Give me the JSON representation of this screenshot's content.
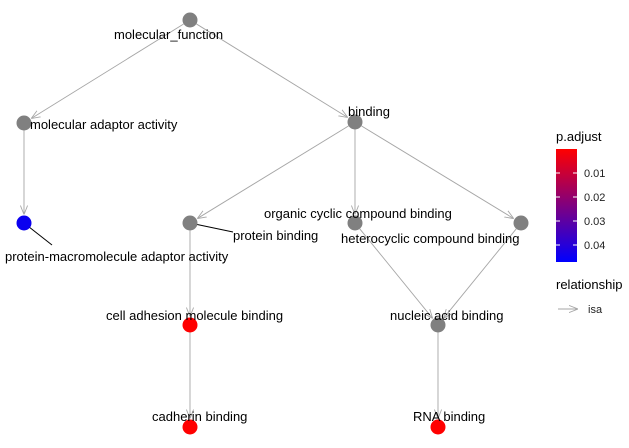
{
  "nodes": {
    "molecular_function": {
      "label": "molecular_function",
      "color": "#808080"
    },
    "molecular_adaptor_activity": {
      "label": "molecular adaptor activity",
      "color": "#808080"
    },
    "binding": {
      "label": "binding",
      "color": "#808080"
    },
    "protein_macromolecule_adaptor_activity": {
      "label": "protein-macromolecule adaptor activity",
      "color": "#0b00f0"
    },
    "protein_binding": {
      "label": "protein binding",
      "color": "#808080"
    },
    "organic_cyclic_compound_binding": {
      "label": "organic cyclic compound binding",
      "color": "#808080"
    },
    "heterocyclic_compound_binding": {
      "label": "heterocyclic compound binding",
      "color": "#808080"
    },
    "cell_adhesion_molecule_binding": {
      "label": "cell adhesion molecule binding",
      "color": "#ff0000"
    },
    "nucleic_acid_binding": {
      "label": "nucleic acid binding",
      "color": "#808080"
    },
    "cadherin_binding": {
      "label": "cadherin binding",
      "color": "#ff0000"
    },
    "rna_binding": {
      "label": "RNA binding",
      "color": "#ff0000"
    }
  },
  "edges": [
    [
      "molecular_function",
      "molecular_adaptor_activity"
    ],
    [
      "molecular_function",
      "binding"
    ],
    [
      "molecular_adaptor_activity",
      "protein_macromolecule_adaptor_activity"
    ],
    [
      "binding",
      "protein_binding"
    ],
    [
      "binding",
      "organic_cyclic_compound_binding"
    ],
    [
      "binding",
      "heterocyclic_compound_binding"
    ],
    [
      "protein_binding",
      "cell_adhesion_molecule_binding"
    ],
    [
      "organic_cyclic_compound_binding",
      "nucleic_acid_binding"
    ],
    [
      "heterocyclic_compound_binding",
      "nucleic_acid_binding"
    ],
    [
      "cell_adhesion_molecule_binding",
      "cadherin_binding"
    ],
    [
      "nucleic_acid_binding",
      "rna_binding"
    ]
  ],
  "legend": {
    "color_title": "p.adjust",
    "ticks": [
      "0.01",
      "0.02",
      "0.03",
      "0.04"
    ],
    "gradient_top": "#ff0000",
    "gradient_bottom": "#0000ff",
    "relationship_title": "relationship",
    "relationship_item": "isa",
    "edge_color": "#a6a6a6"
  }
}
